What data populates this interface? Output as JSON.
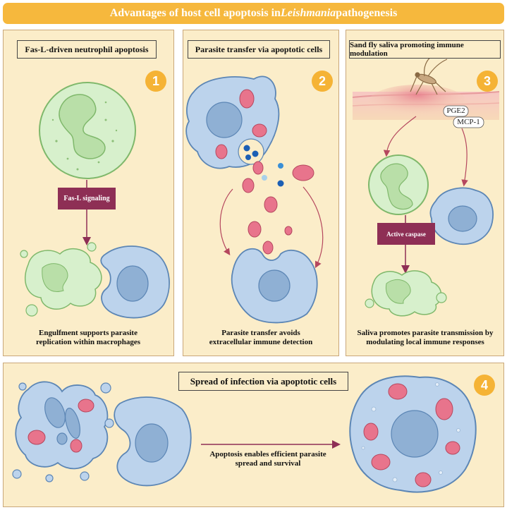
{
  "title": {
    "prefix": "Advantages of host cell apoptosis in ",
    "italic": "Leishmania",
    "suffix": " pathogenesis"
  },
  "panels": [
    {
      "number": "1",
      "title": "Fas-L-driven neutrophil apoptosis",
      "signal": "Fas-L signaling",
      "caption": [
        "Engulfment supports parasite",
        "replication within macrophages"
      ]
    },
    {
      "number": "2",
      "title": "Parasite transfer via apoptotic cells",
      "caption": [
        "Parasite transfer avoids",
        "extracellular immune detection"
      ]
    },
    {
      "number": "3",
      "title": "Sand fly saliva promoting immune modulation",
      "labels": {
        "pge2": "PGE2",
        "mcp1": "MCP-1"
      },
      "signal": "Active caspase",
      "caption": [
        "Saliva promotes parasite transmission by",
        "modulating local immune responses"
      ]
    },
    {
      "number": "4",
      "title": "Spread of infection via apoptotic cells",
      "caption": [
        "Apoptosis enables efficient parasite",
        "spread and survival"
      ]
    }
  ],
  "colors": {
    "accent": "#f6b83d",
    "panel_bg": "#fbedc9",
    "signal": "#8e2f55",
    "macrophage": "#bcd3ec",
    "neutrophil": "#d4efc9",
    "parasite": "#e8748c"
  }
}
